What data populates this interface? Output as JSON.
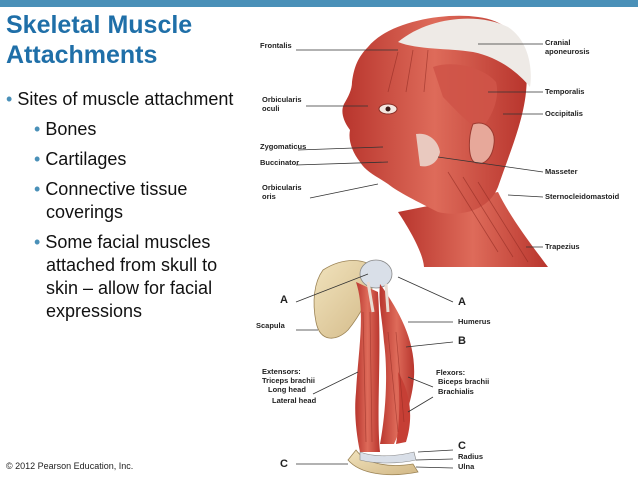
{
  "slide": {
    "title_line1": "Skeletal Muscle",
    "title_line2": "Attachments",
    "bullet_main": "Sites of muscle attachment",
    "sub_bullets": [
      "Bones",
      "Cartilages",
      "Connective tissue coverings",
      "Some facial muscles attached from skull to skin – allow for facial expressions"
    ],
    "copyright": "© 2012 Pearson Education, Inc."
  },
  "head_labels": {
    "frontalis": "Frontalis",
    "orbicularis_oculi_1": "Orbicularis",
    "orbicularis_oculi_2": "oculi",
    "zygomaticus": "Zygomaticus",
    "buccinator": "Buccinator",
    "orbicularis_oris_1": "Orbicularis",
    "orbicularis_oris_2": "oris",
    "cranial_1": "Cranial",
    "cranial_2": "aponeurosis",
    "temporalis": "Temporalis",
    "occipitalis": "Occipitalis",
    "masseter": "Masseter",
    "sternocleidomastoid": "Sternocleidomastoid",
    "trapezius": "Trapezius"
  },
  "arm_labels": {
    "a_left": "A",
    "scapula": "Scapula",
    "a_right": "A",
    "humerus": "Humerus",
    "b": "B",
    "extensors": "Extensors:",
    "triceps": "Triceps brachii",
    "long_head": "Long head",
    "lateral_head": "Lateral head",
    "flexors": "Flexors:",
    "biceps": "Biceps brachii",
    "brachialis": "Brachialis",
    "c_right": "C",
    "radius": "Radius",
    "ulna": "Ulna",
    "c_left": "C"
  },
  "colors": {
    "title": "#1f6fa8",
    "accent_bar": "#4a90b8",
    "muscle": "#c9443a"
  }
}
